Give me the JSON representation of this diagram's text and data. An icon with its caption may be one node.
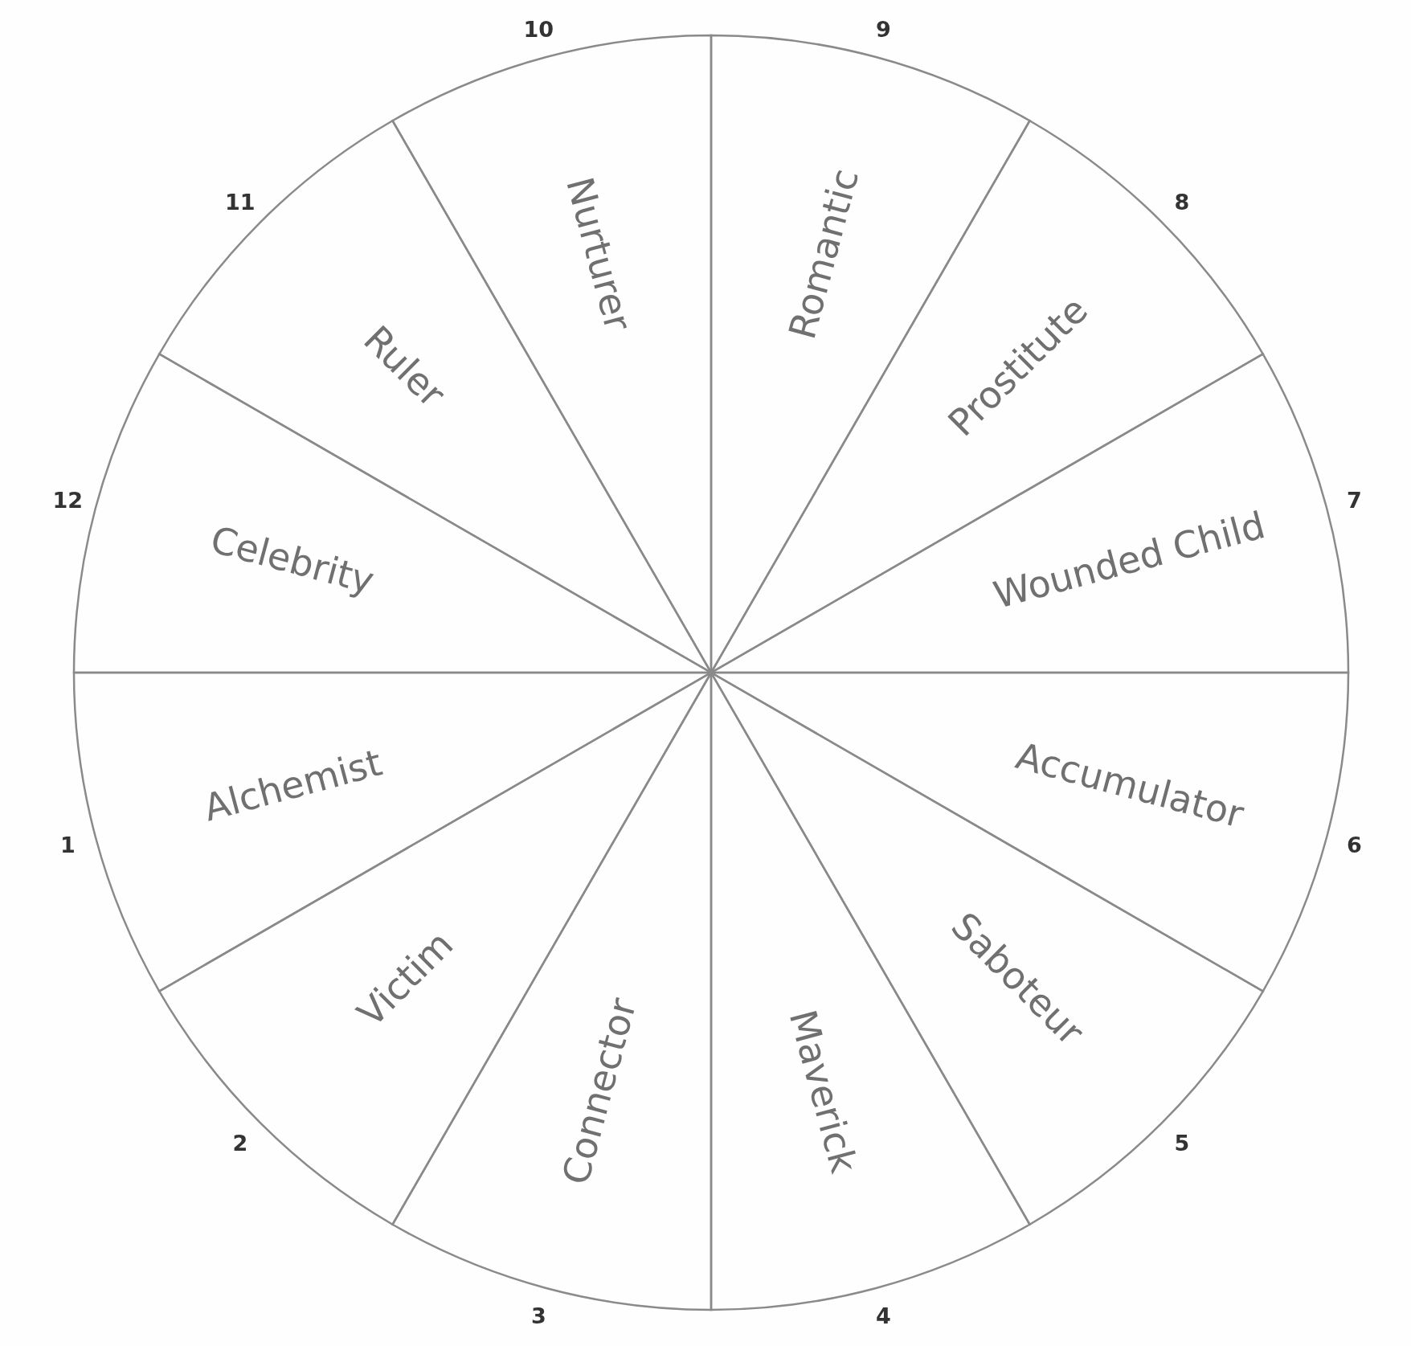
{
  "diagram": {
    "nodes": [
      {
        "text": [
          "Alchemist"
        ],
        "beside": [
          "1"
        ]
      },
      {
        "text": [
          "Victim"
        ],
        "beside": [
          "2"
        ]
      },
      {
        "text": [
          "Connector"
        ],
        "beside": [
          "3"
        ]
      },
      {
        "text": [
          "Maverick"
        ],
        "beside": [
          "4"
        ]
      },
      {
        "text": [
          "Saboteur"
        ],
        "beside": [
          "5"
        ]
      },
      {
        "text": [
          "Accumulator"
        ],
        "beside": [
          "6"
        ]
      },
      {
        "text": [
          "Wounded Child"
        ],
        "beside": [
          "7"
        ]
      },
      {
        "text": [
          "Prostitute"
        ],
        "beside": [
          "8"
        ]
      },
      {
        "text": [
          "Romantic"
        ],
        "beside": [
          "9"
        ]
      },
      {
        "text": [
          "Nurturer"
        ],
        "beside": [
          "10"
        ]
      },
      {
        "text": [
          "Ruler"
        ],
        "beside": [
          "11"
        ]
      },
      {
        "text": [
          "Celebrity"
        ],
        "beside": [
          "12"
        ]
      }
    ],
    "edges": []
  }
}
